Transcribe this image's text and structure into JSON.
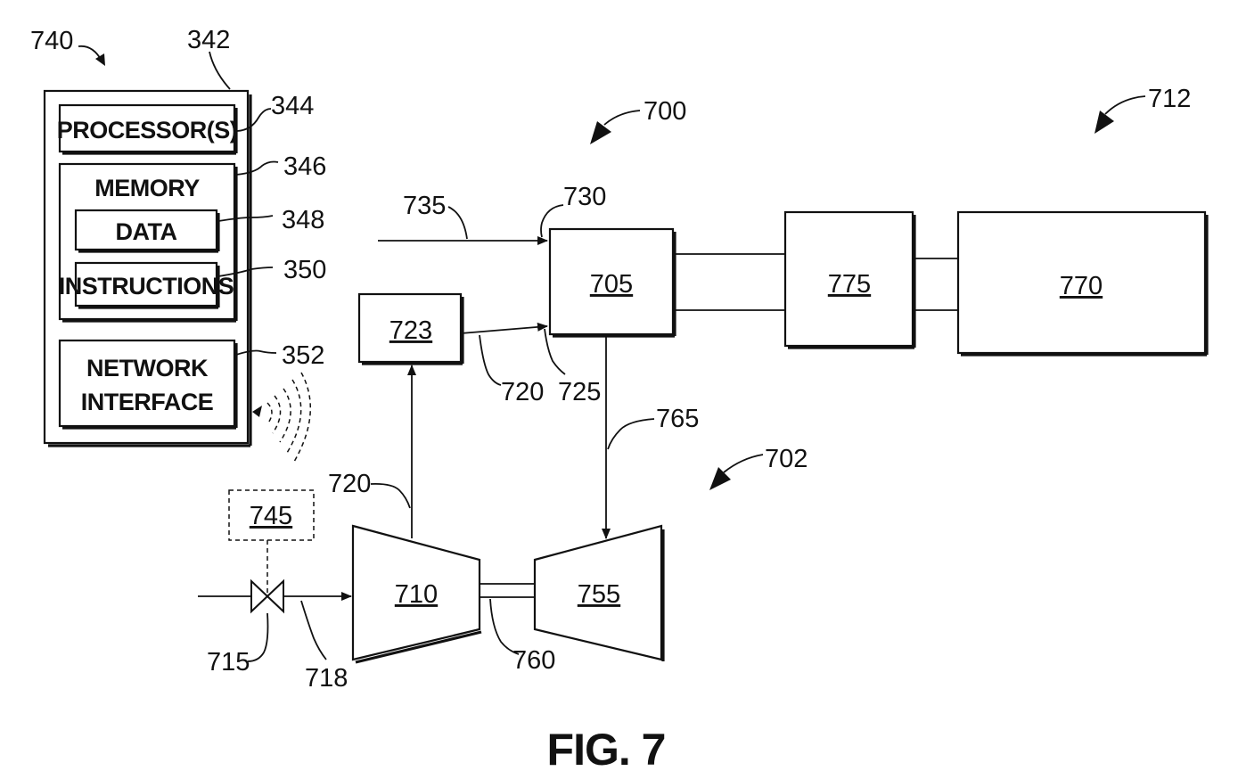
{
  "figure": {
    "caption": "FIG. 7"
  },
  "refs": {
    "r740": "740",
    "r342": "342",
    "r344": "344",
    "r346": "346",
    "r348": "348",
    "r350": "350",
    "r352": "352",
    "r700": "700",
    "r712": "712",
    "r735": "735",
    "r730": "730",
    "r705": "705",
    "r775": "775",
    "r770": "770",
    "r723": "723",
    "r720a": "720",
    "r725": "725",
    "r765": "765",
    "r702": "702",
    "r720b": "720",
    "r745": "745",
    "r710": "710",
    "r755": "755",
    "r715": "715",
    "r718": "718",
    "r760": "760"
  },
  "computer": {
    "processor": "PROCESSOR(S)",
    "memory": "MEMORY",
    "data": "DATA",
    "instructions": "INSTRUCTIONS",
    "network_line1": "NETWORK",
    "network_line2": "INTERFACE"
  }
}
